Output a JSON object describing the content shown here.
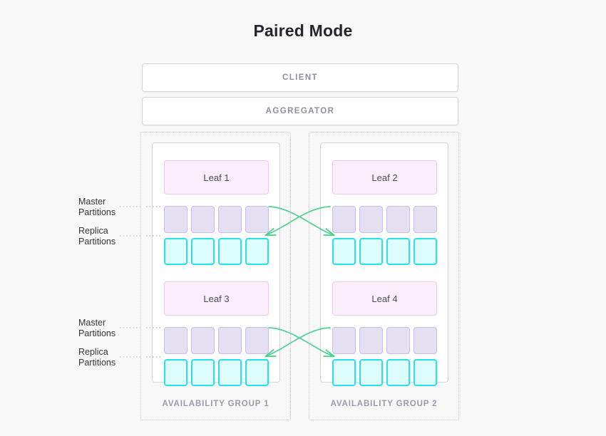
{
  "title": "Paired Mode",
  "top_nodes": [
    {
      "label": "CLIENT"
    },
    {
      "label": "AGGREGATOR"
    }
  ],
  "availability_groups": [
    {
      "label": "AVAILABILITY GROUP 1",
      "leaves": [
        {
          "name": "Leaf 1",
          "master_count": 4,
          "replica_count": 4
        },
        {
          "name": "Leaf 3",
          "master_count": 4,
          "replica_count": 4
        }
      ]
    },
    {
      "label": "AVAILABILITY GROUP 2",
      "leaves": [
        {
          "name": "Leaf 2",
          "master_count": 4,
          "replica_count": 4
        },
        {
          "name": "Leaf 4",
          "master_count": 4,
          "replica_count": 4
        }
      ]
    }
  ],
  "annotations": {
    "master_line1": "Master",
    "master_line2": "Partitions",
    "replica_line1": "Replica",
    "replica_line2": "Partitions"
  },
  "colors": {
    "background": "#f8f8f8",
    "title_text": "#25252d",
    "node_border": "#d3d3d8",
    "node_fill": "#ffffff",
    "node_label_text": "#8e8ea3",
    "leaf_fill": "#fbeefb",
    "leaf_border": "#f0c8ec",
    "leaf_text": "#4a4a55",
    "master_fill": "#e4e0f1",
    "master_border": "#c8bfe3",
    "replica_fill": "#ddfdfd",
    "replica_border": "#24e3ef",
    "group_border": "#c9c9d1",
    "group_label_text": "#9a9aad",
    "arrow": "#4ecf93",
    "leader_line": "#b5b5bd"
  }
}
